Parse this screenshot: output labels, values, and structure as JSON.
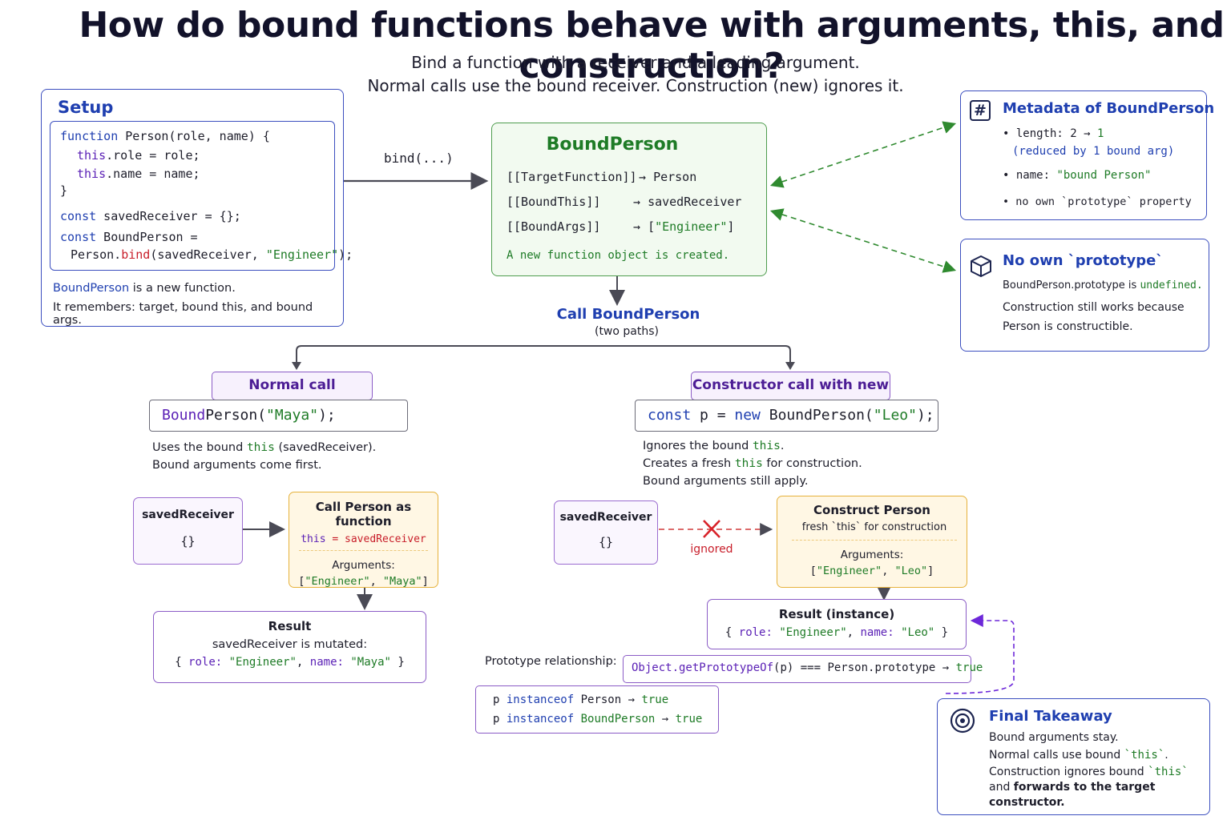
{
  "header": {
    "title": "How do bound functions behave with arguments, this, and construction?",
    "subtitle_1": "Bind a function with a receiver and a leading argument.",
    "subtitle_2": "Normal calls use the bound receiver. Construction (new) ignores it."
  },
  "setup": {
    "title": "Setup",
    "code": {
      "l1_kw": "function",
      "l1_rest": " Person(role, name) {",
      "l2_kw": "this",
      "l2_rest": ".role = role;",
      "l3_kw": "this",
      "l3_rest": ".name = name;",
      "l4": "}",
      "l5_kw": "const",
      "l5_rest": " savedReceiver = {};",
      "l6_kw": "const",
      "l6_rest": " BoundPerson =",
      "l7_a": "Person.",
      "l7_fn": "bind",
      "l7_b": "(savedReceiver, ",
      "l7_str": "\"Engineer\"",
      "l7_c": ");"
    },
    "note_1_name": "BoundPerson",
    "note_1_rest": " is a new function.",
    "note_2": "It remembers: target, bound this, and bound args."
  },
  "bind_label": "bind(...)",
  "bound_person": {
    "title": "BoundPerson",
    "rows": [
      {
        "slot": "[[TargetFunction]]",
        "arrow": "→",
        "value": "Person"
      },
      {
        "slot": "[[BoundThis]]",
        "arrow": "→",
        "value": "savedReceiver"
      },
      {
        "slot": "[[BoundArgs]]",
        "arrow": "→",
        "value_open": "[",
        "value_str": "\"Engineer\"",
        "value_close": "]"
      }
    ],
    "footer": "A new function object is created."
  },
  "metadata": {
    "title": "Metadata of BoundPerson",
    "icon": "hash-icon",
    "b1_a": "length:",
    "b1_b": " 2 → ",
    "b1_c": "1",
    "b1_note": "(reduced by 1 bound arg)",
    "b2_a": "name:",
    "b2_b": " \"bound Person\"",
    "b3": "no own `prototype` property"
  },
  "no_proto": {
    "title": "No own `prototype`",
    "icon": "cube-icon",
    "l1_a": "BoundPerson.prototype is ",
    "l1_b": "undefined.",
    "l2": "Construction still works because",
    "l3": "Person is constructible."
  },
  "call": {
    "title": "Call BoundPerson",
    "sub": "(two paths)"
  },
  "normal": {
    "label": "Normal call",
    "code_a": "Bound",
    "code_b": "Person(",
    "code_str": "\"Maya\"",
    "code_c": ");",
    "desc_1a": "Uses the bound ",
    "desc_1b": "this",
    "desc_1c": " (savedReceiver).",
    "desc_2": "Bound arguments come first.",
    "receiver_title": "savedReceiver",
    "receiver_value": "{}",
    "fn_title": "Call Person as function",
    "fn_this_a": "this",
    "fn_this_b": " = ",
    "fn_this_c": "savedReceiver",
    "fn_args_label": "Arguments:",
    "fn_args_open": "[",
    "fn_args_1": "\"Engineer\"",
    "fn_args_sep": ", ",
    "fn_args_2": "\"Maya\"",
    "fn_args_close": "]",
    "result_title": "Result",
    "result_sub": "savedReceiver is mutated:",
    "result_a": "{ ",
    "result_k1": "role:",
    "result_v1": " \"Engineer\"",
    "result_sep": ", ",
    "result_k2": "name:",
    "result_v2": " \"Maya\"",
    "result_end": " }"
  },
  "construct": {
    "label": "Constructor call with new",
    "code_kw1": "const",
    "code_a": " p = ",
    "code_kw2": "new",
    "code_b": " BoundPerson(",
    "code_str": "\"Leo\"",
    "code_c": ");",
    "desc_1a": "Ignores the bound ",
    "desc_1b": "this",
    "desc_1c": ".",
    "desc_2a": "Creates a fresh ",
    "desc_2b": "this",
    "desc_2c": " for construction.",
    "desc_3": "Bound arguments still apply.",
    "receiver_title": "savedReceiver",
    "receiver_value": "{}",
    "ignored": "ignored",
    "fn_title": "Construct Person",
    "fn_sub": "fresh `this` for construction",
    "fn_args_label": "Arguments:",
    "fn_args_open": "[",
    "fn_args_1": "\"Engineer\"",
    "fn_args_sep": ", ",
    "fn_args_2": "\"Leo\"",
    "fn_args_close": "]",
    "result_title": "Result (instance)",
    "result_a": "{ ",
    "result_k1": "role:",
    "result_v1": " \"Engineer\"",
    "result_sep": ", ",
    "result_k2": "name:",
    "result_v2": " \"Leo\"",
    "result_end": " }"
  },
  "prototype_rel": {
    "label": "Prototype relationship:",
    "expr_a": "Object.getPrototypeOf",
    "expr_b": "(p) === Person.prototype → ",
    "expr_c": "true",
    "i1_a": "p ",
    "i1_kw": "instanceof",
    "i1_b": " Person → ",
    "i1_c": "true",
    "i2_a": "p ",
    "i2_kw": "instanceof",
    "i2_b": " BoundPerson",
    "i2_c": " → ",
    "i2_d": "true"
  },
  "takeaway": {
    "title": "Final Takeaway",
    "icon": "target-icon",
    "l1": "Bound arguments stay.",
    "l2_a": "Normal calls use bound ",
    "l2_b": "`this`",
    "l2_c": ".",
    "l3_a": "Construction ignores bound ",
    "l3_b": "`this`",
    "l4_a": "and ",
    "l4_b": "forwards to the target",
    "l5": "constructor."
  },
  "colors": {
    "blue": "#1f3fb0",
    "green": "#1e7b26",
    "purple": "#5b21b6",
    "red": "#c81e2a",
    "orange_border": "#e6b23c"
  }
}
